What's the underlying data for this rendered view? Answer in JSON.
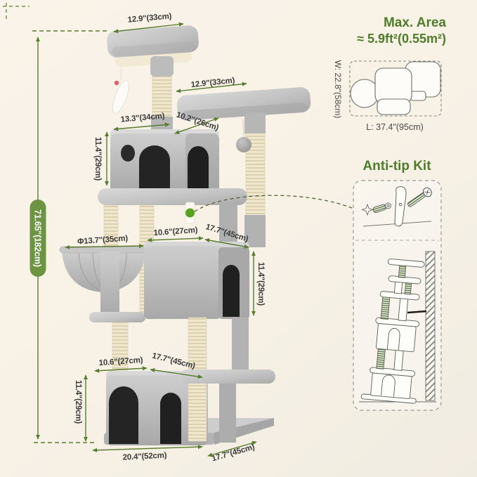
{
  "labels": {
    "height_total": "71.65\"(182cm)",
    "top_platform_width": "12.9\"(33cm)",
    "upper_platform_width": "12.9\"(33cm)",
    "condo1_width": "13.3\"(34cm)",
    "condo1_depth": "10.2\"(26cm)",
    "condo1_height": "11.4\"(29cm)",
    "basket_diameter": "Φ13.7\"(35cm)",
    "condo2_width": "10.6\"(27cm)",
    "condo2_depth": "17.7\"(45cm)",
    "condo2_height": "11.4\"(29cm)",
    "condo3_width": "10.6\"(27cm)",
    "condo3_depth": "17.7\"(45cm)",
    "condo3_height": "11.4\"(29cm)",
    "base_width": "20.4\"(52cm)",
    "base_depth": "17.7\"(45cm)"
  },
  "max_area": {
    "title": "Max. Area",
    "value": "≈ 5.9ft²(0.55m²)",
    "width_label": "W: 22.8\"(58cm)",
    "length_label": "L: 37.4\"(95cm)"
  },
  "anti_tip": {
    "title": "Anti-tip Kit"
  },
  "colors": {
    "background": "#f7f1e6",
    "accent_green": "#587c30",
    "heading_green": "#4e7c2a",
    "pill_green": "#6d9442",
    "dot_green": "#58a21f",
    "text_dark": "#3b3b3b"
  }
}
